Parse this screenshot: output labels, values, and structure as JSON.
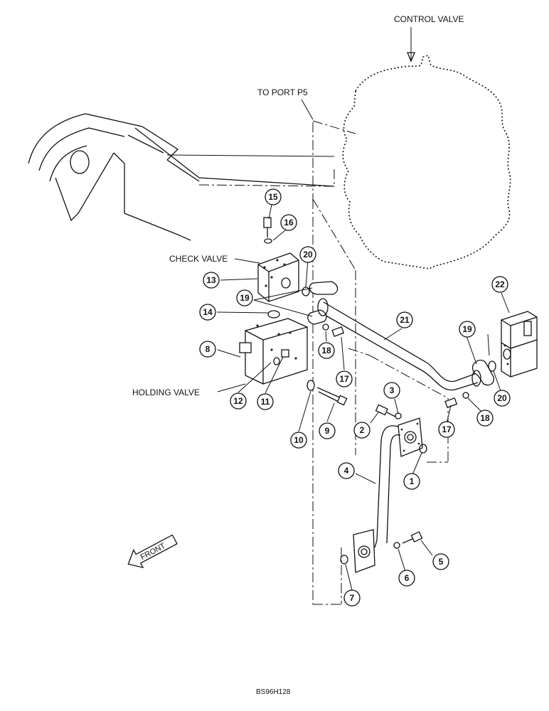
{
  "labels": {
    "control_valve": "CONTROL VALVE",
    "to_port": "TO PORT P5",
    "check_valve": "CHECK VALVE",
    "holding_valve": "HOLDING VALVE",
    "front": "FRONT",
    "drawing_code": "BS96H128"
  },
  "callouts": [
    "1",
    "2",
    "3",
    "4",
    "5",
    "6",
    "7",
    "8",
    "9",
    "10",
    "11",
    "12",
    "13",
    "14",
    "15",
    "16",
    "17",
    "17",
    "18",
    "18",
    "19",
    "19",
    "20",
    "20",
    "21",
    "22"
  ]
}
